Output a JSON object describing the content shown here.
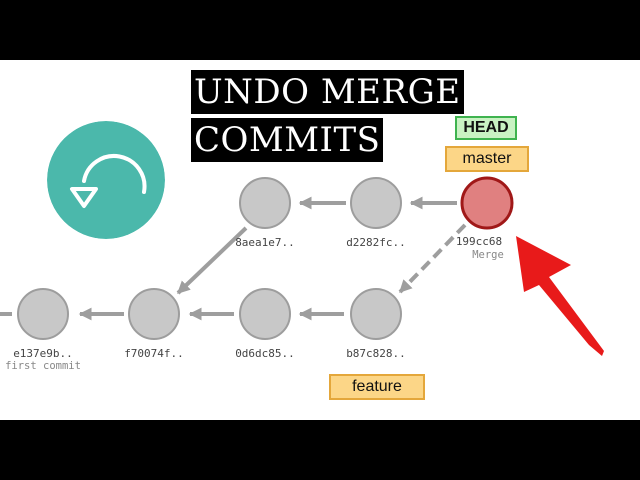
{
  "title": {
    "line1": "UNDO MERGE",
    "line2": "COMMITS"
  },
  "icon": "undo-icon",
  "colors": {
    "icon_bg": "#4bb8ab",
    "commit": "#c8c8c8",
    "merge_commit": "#e08080",
    "arrow": "#9e9e9e",
    "pointer": "#e81a1a",
    "head_tag": "#c9f2c3",
    "branch_tag": "#fcd687"
  },
  "refs": {
    "head": "HEAD",
    "master": "master",
    "feature": "feature"
  },
  "commits": [
    {
      "id": "e137e9b..",
      "note": "first commit"
    },
    {
      "id": "f70074f..",
      "note": ""
    },
    {
      "id": "0d6dc85..",
      "note": ""
    },
    {
      "id": "b87c828..",
      "note": ""
    },
    {
      "id": "8aea1e7..",
      "note": ""
    },
    {
      "id": "d2282fc..",
      "note": ""
    },
    {
      "id": "199cc68",
      "note": "Merge"
    }
  ]
}
